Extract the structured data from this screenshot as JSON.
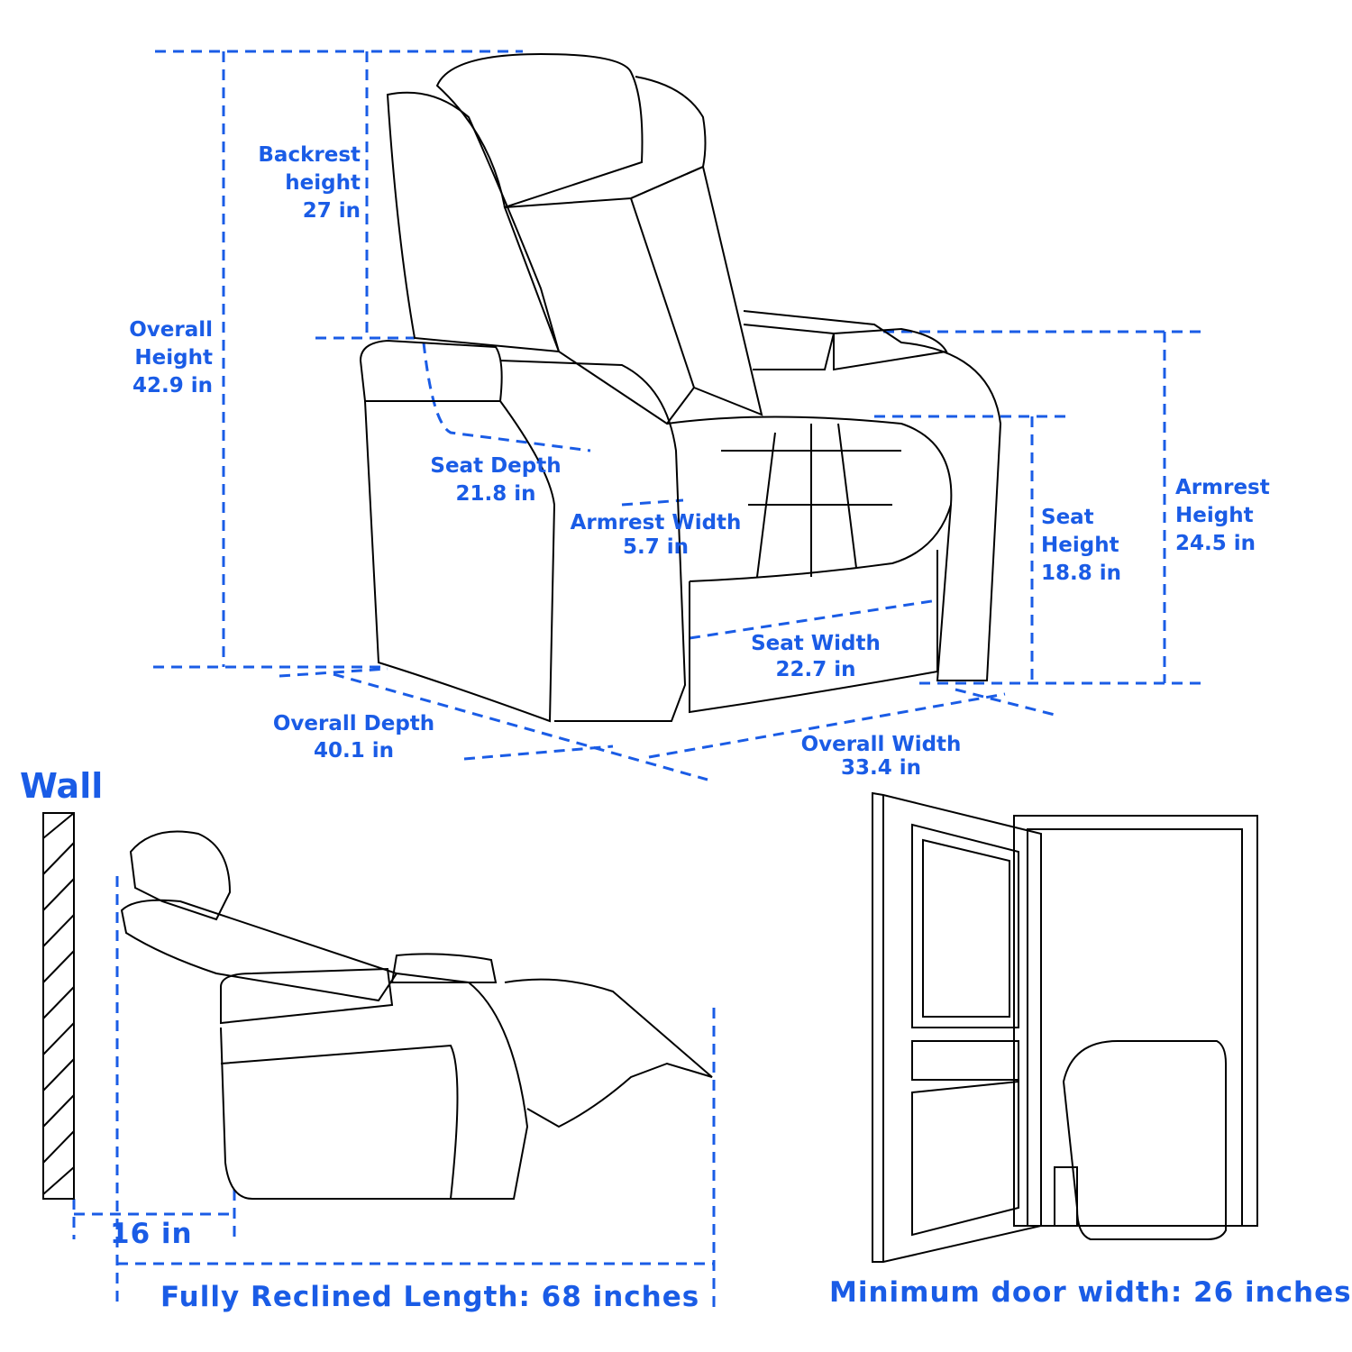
{
  "colors": {
    "dimension": "#1a5ce6",
    "outline": "#000000"
  },
  "front_view": {
    "backrest": {
      "line1": "Backrest",
      "line2": "height",
      "value": "27 in"
    },
    "overall_height": {
      "line1": "Overall",
      "line2": "Height",
      "value": "42.9 in"
    },
    "seat_depth": {
      "label": "Seat Depth",
      "value": "21.8 in"
    },
    "armrest_width": {
      "label": "Armrest Width",
      "value": "5.7 in"
    },
    "seat_height": {
      "line1": "Seat",
      "line2": "Height",
      "value": "18.8 in"
    },
    "armrest_height": {
      "line1": "Armrest",
      "line2": "Height",
      "value": "24.5 in"
    },
    "seat_width": {
      "label": "Seat Width",
      "value": "22.7 in"
    },
    "overall_depth": {
      "label": "Overall Depth",
      "value": "40.1 in"
    },
    "overall_width": {
      "label": "Overall Width",
      "value": "33.4 in"
    }
  },
  "recline_view": {
    "wall": "Wall",
    "clearance": "16 in",
    "reclined_length": "Fully Reclined Length: 68 inches"
  },
  "door_view": {
    "min_door_width": "Minimum door width: 26 inches"
  }
}
